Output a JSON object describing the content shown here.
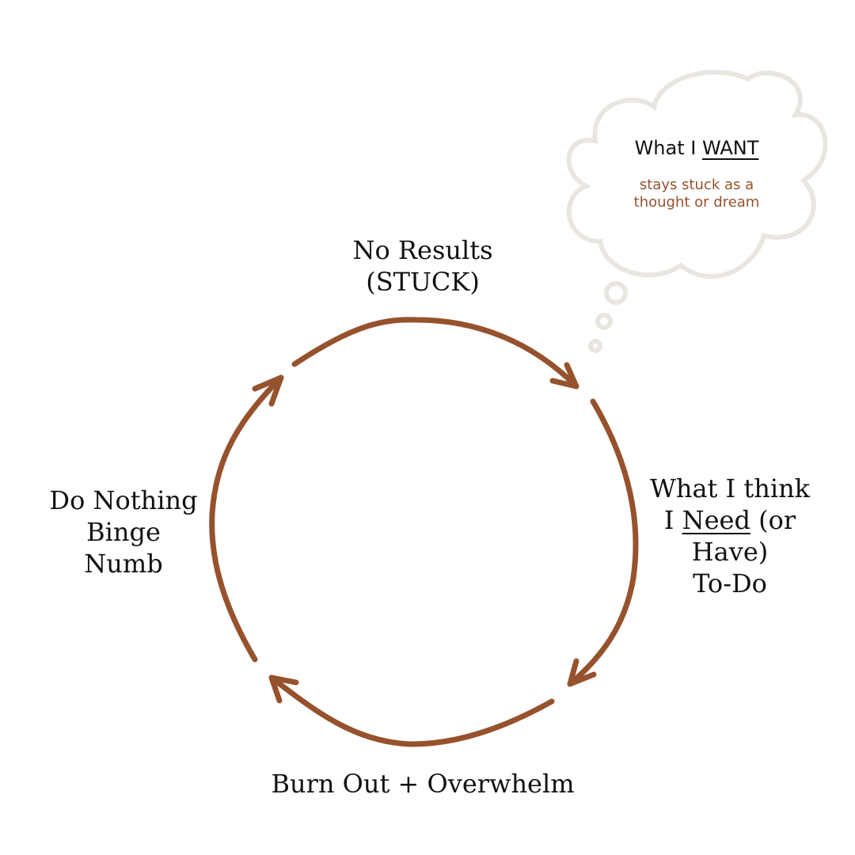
{
  "colors": {
    "arrow": "#96522d",
    "cloud_stroke": "#e9e6e1",
    "text": "#111111",
    "accent_text": "#96522d"
  },
  "thought_bubble": {
    "title_prefix": "What I ",
    "title_emphasis": "WANT",
    "subtitle_line1": "stays stuck as a",
    "subtitle_line2": "thought or dream"
  },
  "nodes": {
    "top": {
      "line1": "No Results",
      "line2": "(STUCK)"
    },
    "right": {
      "line1": "What I think",
      "line2_prefix": "I ",
      "line2_emphasis": "Need",
      "line2_suffix": " (or",
      "line3": "Have)",
      "line4": "To-Do"
    },
    "bottom": {
      "line1": "Burn Out + Overwhelm"
    },
    "left": {
      "line1": "Do Nothing",
      "line2": "Binge",
      "line3": "Numb"
    }
  }
}
